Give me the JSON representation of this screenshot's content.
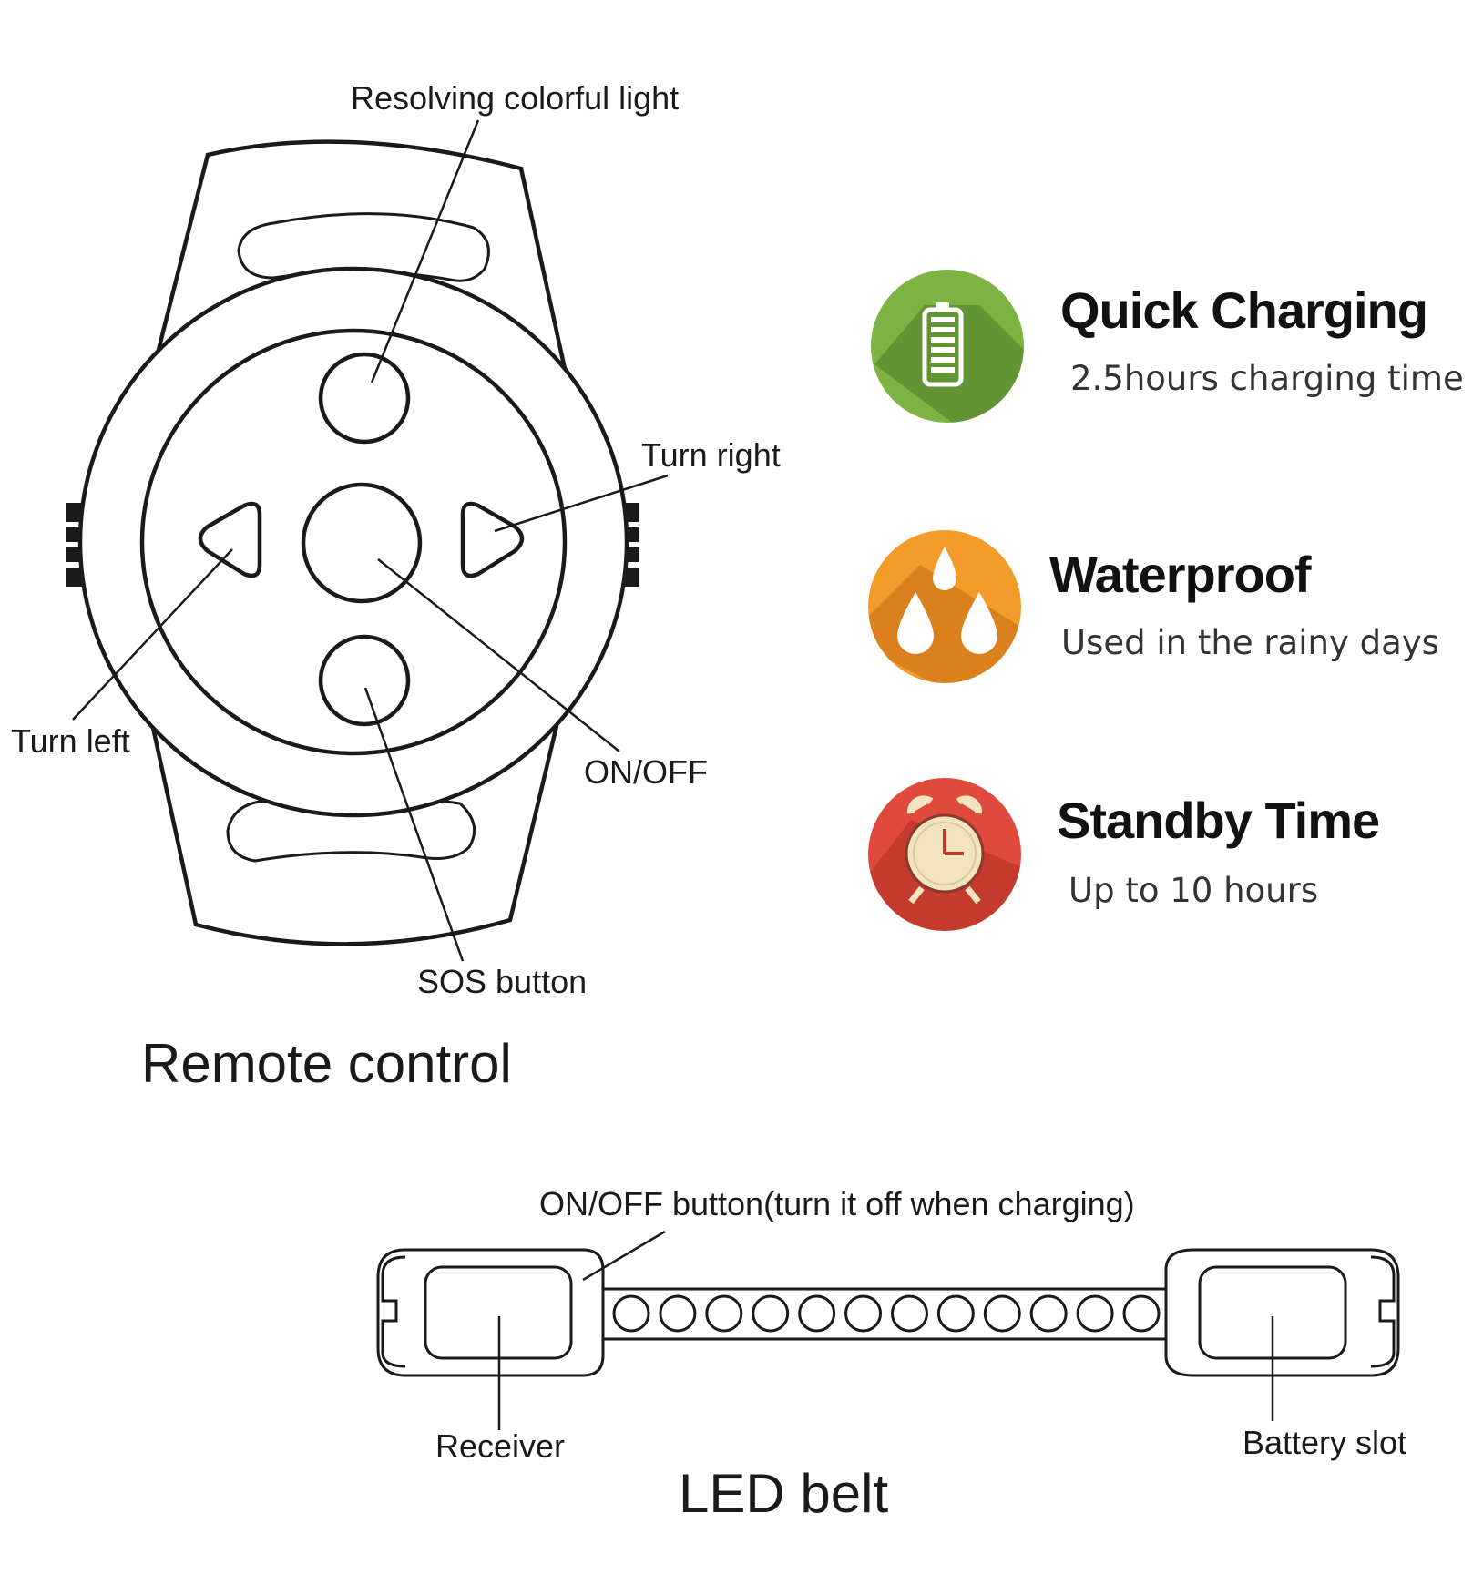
{
  "remote": {
    "title": "Remote control",
    "labels": {
      "colorful_light": "Resolving colorful light",
      "turn_right": "Turn right",
      "turn_left": "Turn left",
      "on_off": "ON/OFF",
      "sos": "SOS button"
    }
  },
  "features": [
    {
      "title": "Quick Charging",
      "subtitle": "2.5hours charging time",
      "icon": "battery-icon",
      "color": "#7cb342"
    },
    {
      "title": "Waterproof",
      "subtitle": "Used in the rainy days",
      "icon": "water-drops-icon",
      "color": "#f39c2c"
    },
    {
      "title": "Standby Time",
      "subtitle": "Up to 10  hours",
      "icon": "alarm-clock-icon",
      "color": "#e04a3c"
    }
  ],
  "belt": {
    "title": "LED belt",
    "labels": {
      "on_off_button": "ON/OFF button(turn it off when charging)",
      "receiver": "Receiver",
      "battery_slot": "Battery slot"
    },
    "led_count": 12
  }
}
